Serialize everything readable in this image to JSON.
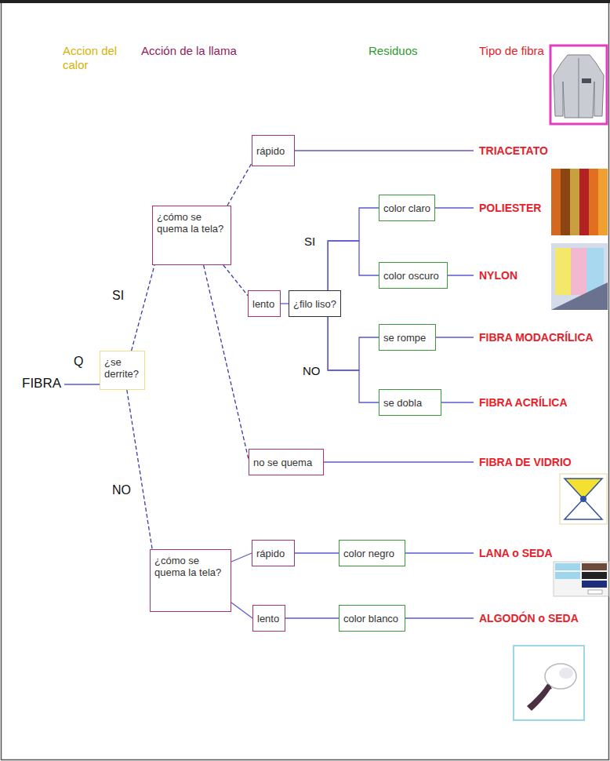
{
  "diagram": {
    "nodes": [
      {
        "text": [
          "¿se derrite?"
        ]
      },
      {
        "text": [
          "¿cómo se quema la tela?"
        ]
      },
      {
        "text": [
          "rápido"
        ]
      },
      {
        "text": [
          "lento"
        ]
      },
      {
        "text": [
          "¿filo liso?"
        ]
      },
      {
        "text": [
          "no se quema"
        ]
      },
      {
        "text": [
          "color claro"
        ]
      },
      {
        "text": [
          "color oscuro"
        ]
      },
      {
        "text": [
          "se rompe"
        ]
      },
      {
        "text": [
          "se dobla"
        ]
      },
      {
        "text": [
          "¿cómo se quema la tela?"
        ]
      },
      {
        "text": [
          "rápido"
        ]
      },
      {
        "text": [
          "lento"
        ]
      },
      {
        "text": [
          "color negro"
        ]
      },
      {
        "text": [
          "color blanco"
        ]
      }
    ],
    "edges": [
      {
        "from": 0,
        "to": 1,
        "arrow": "none"
      },
      {
        "from": 0,
        "to": 10,
        "arrow": "none"
      },
      {
        "from": 1,
        "to": 2,
        "arrow": "none"
      },
      {
        "from": 1,
        "to": 3,
        "arrow": "none"
      },
      {
        "from": 1,
        "to": 5,
        "arrow": "none"
      },
      {
        "from": 3,
        "to": 4,
        "arrow": "none"
      },
      {
        "from": 4,
        "to": 6,
        "arrow": "none"
      },
      {
        "from": 4,
        "to": 7,
        "arrow": "none"
      },
      {
        "from": 4,
        "to": 8,
        "arrow": "none"
      },
      {
        "from": 4,
        "to": 9,
        "arrow": "none"
      },
      {
        "from": 10,
        "to": 11,
        "arrow": "none"
      },
      {
        "from": 10,
        "to": 12,
        "arrow": "none"
      },
      {
        "from": 11,
        "to": 13,
        "arrow": "none"
      },
      {
        "from": 12,
        "to": 14,
        "arrow": "none"
      }
    ],
    "labels": [
      "Accion del calor",
      "Acción de la llama",
      "Residuos",
      "Tipo de fibra",
      "FIBRA",
      "Q",
      "SI",
      "NO",
      "SI",
      "NO",
      "TRIACETATO",
      "POLIESTER",
      "NYLON",
      "FIBRA MODACRÍLICA",
      "FIBRA ACRÍLICA",
      "FIBRA DE VIDRIO",
      "LANA o SEDA",
      "ALGODÓN o SEDA"
    ]
  }
}
